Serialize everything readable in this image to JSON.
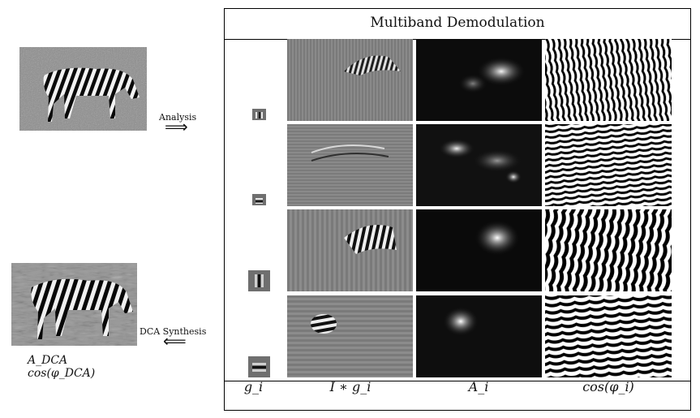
{
  "panel": {
    "title": "Multiband Demodulation"
  },
  "labels": {
    "analysis": "Analysis",
    "dca_synthesis": "DCA Synthesis",
    "synthesis_caption": "A_DCA cos(φ_DCA)"
  },
  "columns": [
    {
      "id": "g",
      "label": "g_i"
    },
    {
      "id": "conv",
      "label": "I ∗ g_i"
    },
    {
      "id": "amp",
      "label": "A_i"
    },
    {
      "id": "phase",
      "label": "cos(φ_i)"
    }
  ],
  "rows": [
    {
      "index": 1,
      "kernel_orientation": "vertical"
    },
    {
      "index": 2,
      "kernel_orientation": "horizontal"
    },
    {
      "index": 3,
      "kernel_orientation": "vertical"
    },
    {
      "index": 4,
      "kernel_orientation": "horizontal"
    }
  ]
}
